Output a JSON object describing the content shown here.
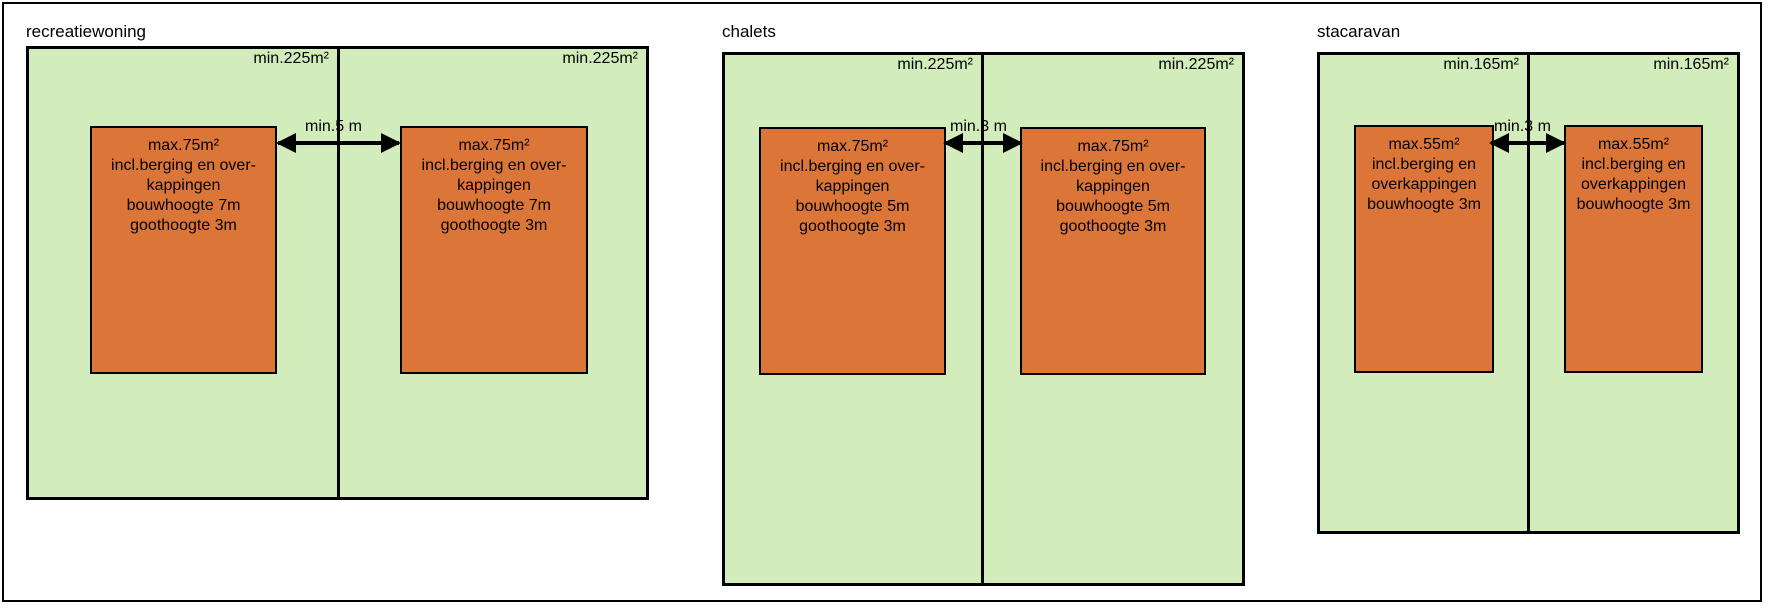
{
  "groups": [
    {
      "title": "recreatiewoning",
      "plot_area": "min.225m²",
      "distance": "min.5 m",
      "building": [
        "max.75m²",
        "incl.berging en over-",
        "kappingen",
        "bouwhoogte 7m",
        "goothoogte 3m"
      ]
    },
    {
      "title": "chalets",
      "plot_area": "min.225m²",
      "distance": "min.3 m",
      "building": [
        "max.75m²",
        "incl.berging en over-",
        "kappingen",
        "bouwhoogte 5m",
        "goothoogte 3m"
      ]
    },
    {
      "title": "stacaravan",
      "plot_area": "min.165m²",
      "distance": "min.3 m",
      "building": [
        "max.55m²",
        "incl.berging en",
        "overkappingen",
        "bouwhoogte 3m"
      ]
    }
  ],
  "colors": {
    "plot_fill": "#d2edbb",
    "building_fill": "#dc7538",
    "outline": "#000000"
  }
}
